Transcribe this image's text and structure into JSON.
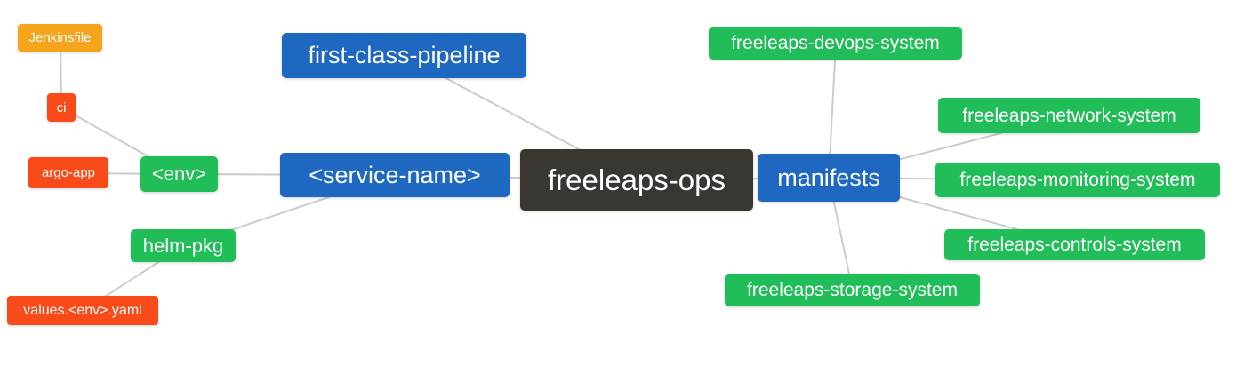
{
  "diagram": {
    "title": "freeleaps-ops repository structure mind map",
    "colors": {
      "root": "#3a3632",
      "branch": "#1f68c1",
      "leaf_green": "#21bd58",
      "leaf_red": "#f94b1a",
      "leaf_orange": "#f7a41d",
      "edge": "#cbcbcb",
      "background": "#ffffff",
      "text": "#ffffff"
    },
    "nodes": [
      {
        "id": "jenkinsfile",
        "label": "Jenkinsfile",
        "color": "#f7a41d"
      },
      {
        "id": "ci",
        "label": "ci",
        "color": "#f94b1a"
      },
      {
        "id": "argo-app",
        "label": "argo-app",
        "color": "#f94b1a"
      },
      {
        "id": "env",
        "label": "<env>",
        "color": "#21bd58"
      },
      {
        "id": "helm-pkg",
        "label": "helm-pkg",
        "color": "#21bd58"
      },
      {
        "id": "values-env-yaml",
        "label": "values.<env>.yaml",
        "color": "#f94b1a"
      },
      {
        "id": "first-class-pipeline",
        "label": "first-class-pipeline",
        "color": "#1f68c1"
      },
      {
        "id": "service-name",
        "label": "<service-name>",
        "color": "#1f68c1"
      },
      {
        "id": "freeleaps-ops",
        "label": "freeleaps-ops",
        "color": "#3a3632"
      },
      {
        "id": "manifests",
        "label": "manifests",
        "color": "#1f68c1"
      },
      {
        "id": "devops-system",
        "label": "freeleaps-devops-system",
        "color": "#21bd58"
      },
      {
        "id": "network-system",
        "label": "freeleaps-network-system",
        "color": "#21bd58"
      },
      {
        "id": "monitoring-system",
        "label": "freeleaps-monitoring-system",
        "color": "#21bd58"
      },
      {
        "id": "controls-system",
        "label": "freeleaps-controls-system",
        "color": "#21bd58"
      },
      {
        "id": "storage-system",
        "label": "freeleaps-storage-system",
        "color": "#21bd58"
      }
    ],
    "edges": [
      {
        "from": "jenkinsfile",
        "to": "ci"
      },
      {
        "from": "ci",
        "to": "env"
      },
      {
        "from": "argo-app",
        "to": "env"
      },
      {
        "from": "env",
        "to": "service-name"
      },
      {
        "from": "values-env-yaml",
        "to": "helm-pkg"
      },
      {
        "from": "helm-pkg",
        "to": "service-name"
      },
      {
        "from": "first-class-pipeline",
        "to": "freeleaps-ops"
      },
      {
        "from": "service-name",
        "to": "freeleaps-ops"
      },
      {
        "from": "freeleaps-ops",
        "to": "manifests"
      },
      {
        "from": "manifests",
        "to": "devops-system"
      },
      {
        "from": "manifests",
        "to": "network-system"
      },
      {
        "from": "manifests",
        "to": "monitoring-system"
      },
      {
        "from": "manifests",
        "to": "controls-system"
      },
      {
        "from": "manifests",
        "to": "storage-system"
      }
    ]
  }
}
